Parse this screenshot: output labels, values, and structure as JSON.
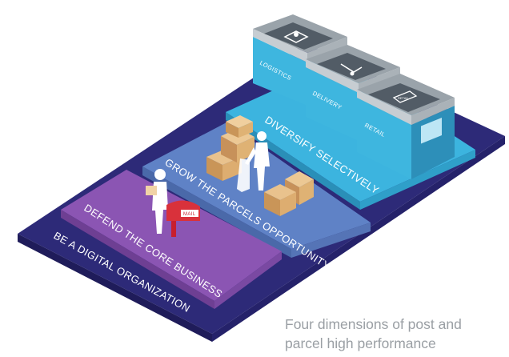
{
  "layers": {
    "digital": "BE A DIGITAL ORGANIZATION",
    "core": "DEFEND THE CORE BUSINESS",
    "parcels": "GROW THE PARCELS OPPORTUNITY",
    "diversify": "DIVERSIFY SELECTIVELY"
  },
  "buildings": {
    "logistics": "LOGISTICS",
    "delivery": "DELIVERY",
    "retail": "RETAIL"
  },
  "mailbox_label": "MAIL",
  "retail_sign": "RETAIL",
  "caption": {
    "line1": "Four dimensions of post and",
    "line2": "parcel high performance"
  },
  "colors": {
    "navy": "#2d2a78",
    "purple": "#8b55b3",
    "blue": "#5f82c6",
    "cyan": "#3bb3de",
    "caption": "#9a9fa4"
  }
}
